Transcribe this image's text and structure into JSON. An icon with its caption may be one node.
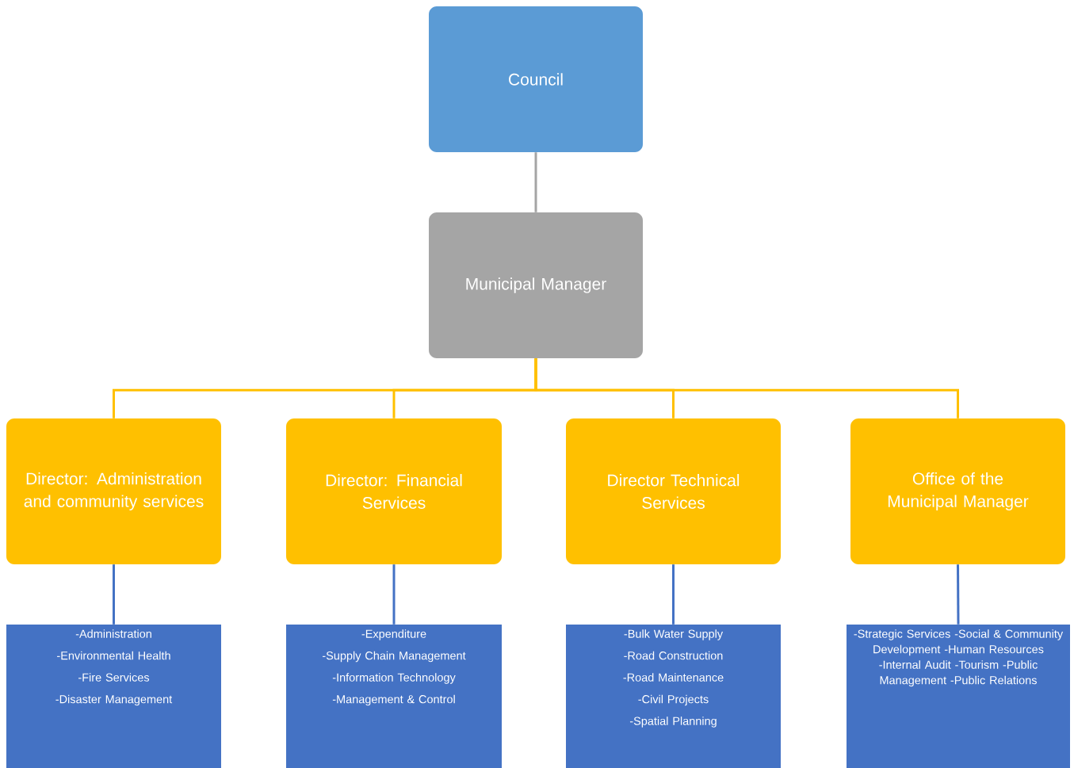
{
  "diagram": {
    "nodes": [
      {
        "text": [
          "Council"
        ]
      },
      {
        "text": [
          "Municipal Manager"
        ]
      },
      {
        "text": [
          "Director: Administration and community services"
        ]
      },
      {
        "text": [
          "Director: Financial Services"
        ]
      },
      {
        "text": [
          "Director Technical Services"
        ]
      },
      {
        "text": [
          "Office of the Municipal Manager"
        ]
      },
      {
        "text": [
          "-Administration",
          "-Environmental Health",
          "-Fire Services",
          "-Disaster Management"
        ]
      },
      {
        "text": [
          "-Expenditure",
          "-Supply Chain Management",
          "-Information Technology",
          "-Management & Control"
        ]
      },
      {
        "text": [
          "-Bulk Water Supply",
          "-Road Construction",
          "-Road Maintenance",
          "-Civil Projects",
          "-Spatial Planning"
        ]
      },
      {
        "text": [
          "-Strategic Services -Social & Community Development -Human Resources -Internal Audit -Tourism -Public Management -Public Relations"
        ]
      }
    ],
    "edges": [
      {
        "from": 0,
        "to": 1,
        "arrow": "none",
        "color": "#a5a5a5"
      },
      {
        "from": 1,
        "to": 2,
        "arrow": "none",
        "color": "#ffc000"
      },
      {
        "from": 1,
        "to": 3,
        "arrow": "none",
        "color": "#ffc000"
      },
      {
        "from": 1,
        "to": 4,
        "arrow": "none",
        "color": "#ffc000"
      },
      {
        "from": 1,
        "to": 5,
        "arrow": "none",
        "color": "#ffc000"
      },
      {
        "from": 2,
        "to": 6,
        "arrow": "none",
        "color": "#4472c4"
      },
      {
        "from": 3,
        "to": 7,
        "arrow": "none",
        "color": "#4472c4"
      },
      {
        "from": 4,
        "to": 8,
        "arrow": "none",
        "color": "#4472c4"
      },
      {
        "from": 5,
        "to": 9,
        "arrow": "none",
        "color": "#4472c4"
      }
    ]
  }
}
